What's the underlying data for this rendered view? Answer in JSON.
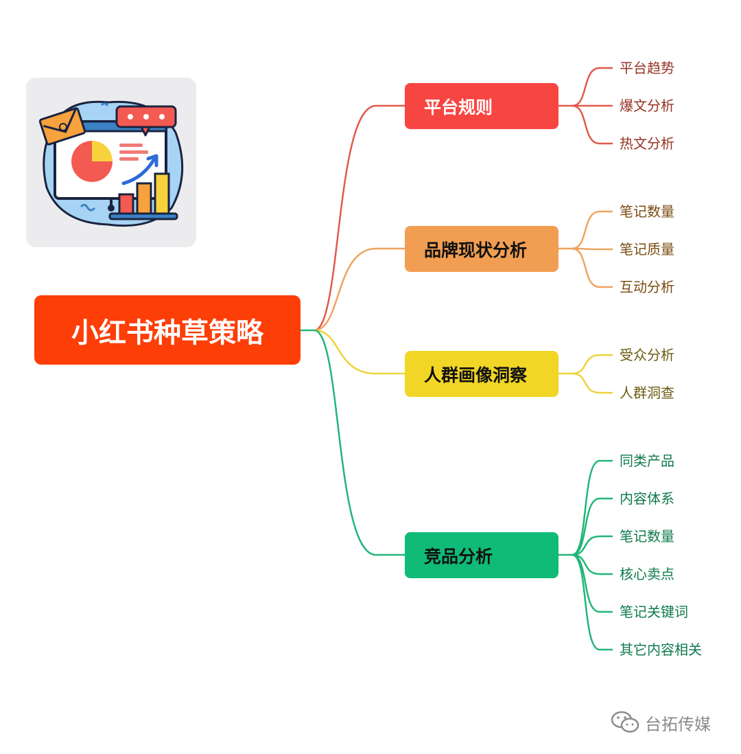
{
  "root": {
    "label": "小红书种草策略",
    "color": "#fd3e06"
  },
  "branches": [
    {
      "label": "平台规则",
      "color": "#f74541",
      "text_color": "#ffffff",
      "line_color": "#e05a4c",
      "leaf_color": "#963323",
      "leaves": [
        "平台趋势",
        "爆文分析",
        "热文分析"
      ]
    },
    {
      "label": "品牌现状分析",
      "color": "#f29e52",
      "text_color": "#111111",
      "line_color": "#eea45e",
      "leaf_color": "#7a4a12",
      "leaves": [
        "笔记数量",
        "笔记质量",
        "互动分析"
      ]
    },
    {
      "label": "人群画像洞察",
      "color": "#f2d625",
      "text_color": "#111111",
      "line_color": "#eed33a",
      "leaf_color": "#6b5a10",
      "leaves": [
        "受众分析",
        "人群洞查"
      ]
    },
    {
      "label": "竞品分析",
      "color": "#0fbb76",
      "text_color": "#111111",
      "line_color": "#22b57a",
      "leaf_color": "#0f7a4f",
      "leaves": [
        "同类产品",
        "内容体系",
        "笔记数量",
        "核心卖点",
        "笔记关键词",
        "其它内容相关"
      ]
    }
  ],
  "illustration": {
    "icon": "presentation-chart-icon"
  },
  "watermark": {
    "icon": "wechat-icon",
    "text": "台拓传媒"
  }
}
